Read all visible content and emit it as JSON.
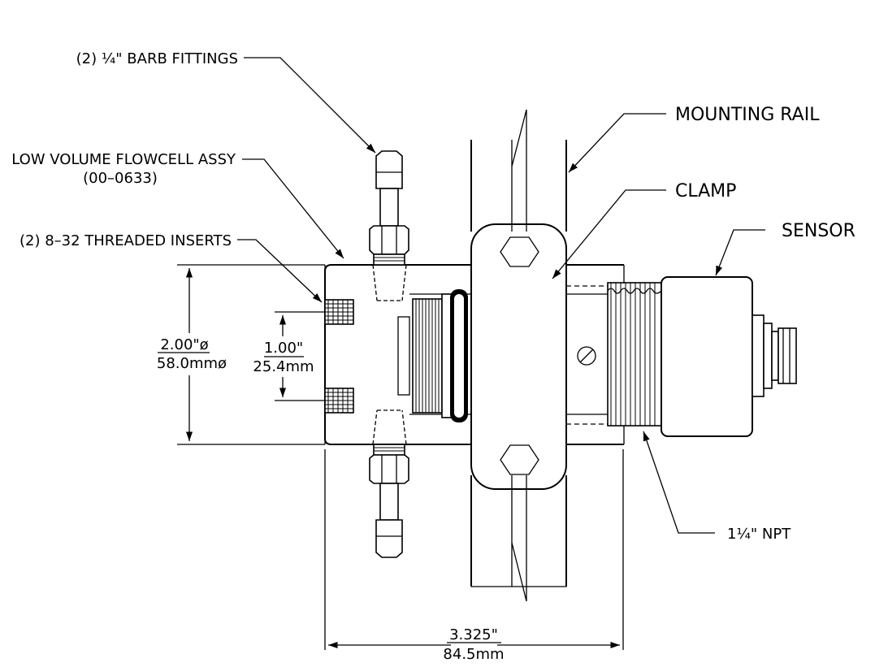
{
  "labels": {
    "barb_fittings": "(2) ¼\" BARB FITTINGS",
    "flowcell_line1": "LOW VOLUME FLOWCELL ASSY",
    "flowcell_line2": "(00–0633)",
    "threaded_inserts": "(2) 8–32 THREADED INSERTS",
    "mounting_rail": "MOUNTING RAIL",
    "clamp": "CLAMP",
    "sensor": "SENSOR",
    "npt": "1¼\" NPT"
  },
  "dimensions": {
    "height_in": "2.00\"ø",
    "height_mm": "58.0mmø",
    "spacing_in": "1.00\"",
    "spacing_mm": "25.4mm",
    "length_in": "3.325\"",
    "length_mm": "84.5mm"
  }
}
